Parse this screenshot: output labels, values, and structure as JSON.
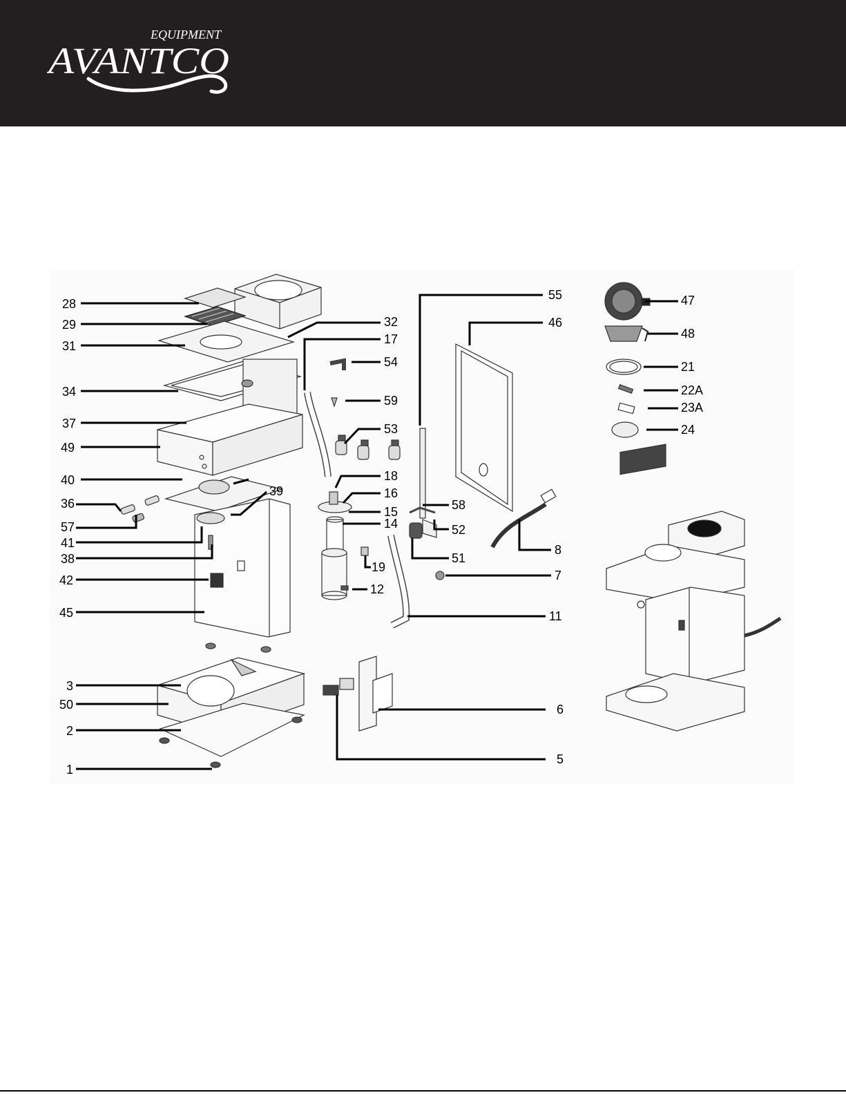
{
  "brand": {
    "name": "AVANTCO",
    "tagline": "EQUIPMENT"
  },
  "colors": {
    "header_bg": "#231f20",
    "logo_fg": "#ffffff",
    "line": "#000000",
    "part_stroke": "#333333"
  },
  "callouts": [
    {
      "label": "28"
    },
    {
      "label": "29"
    },
    {
      "label": "31"
    },
    {
      "label": "34"
    },
    {
      "label": "37"
    },
    {
      "label": "49"
    },
    {
      "label": "40"
    },
    {
      "label": "36"
    },
    {
      "label": "57"
    },
    {
      "label": "41"
    },
    {
      "label": "38"
    },
    {
      "label": "42"
    },
    {
      "label": "45"
    },
    {
      "label": "3"
    },
    {
      "label": "50"
    },
    {
      "label": "2"
    },
    {
      "label": "1"
    },
    {
      "label": "32"
    },
    {
      "label": "17"
    },
    {
      "label": "54"
    },
    {
      "label": "59"
    },
    {
      "label": "53"
    },
    {
      "label": "18"
    },
    {
      "label": "16"
    },
    {
      "label": "15"
    },
    {
      "label": "14"
    },
    {
      "label": "39"
    },
    {
      "label": "19"
    },
    {
      "label": "12"
    },
    {
      "label": "55"
    },
    {
      "label": "46"
    },
    {
      "label": "58"
    },
    {
      "label": "52"
    },
    {
      "label": "51"
    },
    {
      "label": "8"
    },
    {
      "label": "7"
    },
    {
      "label": "11"
    },
    {
      "label": "6"
    },
    {
      "label": "5"
    },
    {
      "label": "47"
    },
    {
      "label": "48"
    },
    {
      "label": "21"
    },
    {
      "label": "22A"
    },
    {
      "label": "23A"
    },
    {
      "label": "24"
    }
  ]
}
